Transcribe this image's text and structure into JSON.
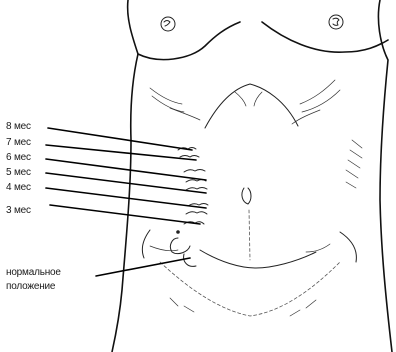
{
  "labels": {
    "month8": "8 мес",
    "month7": "7 мес",
    "month6": "6 мес",
    "month5": "5 мес",
    "month4": "4 мес",
    "month3": "3 мес",
    "normal_line1": "нормальное",
    "normal_line2": "положение"
  },
  "colors": {
    "ink": "#111111",
    "background": "#ffffff"
  }
}
